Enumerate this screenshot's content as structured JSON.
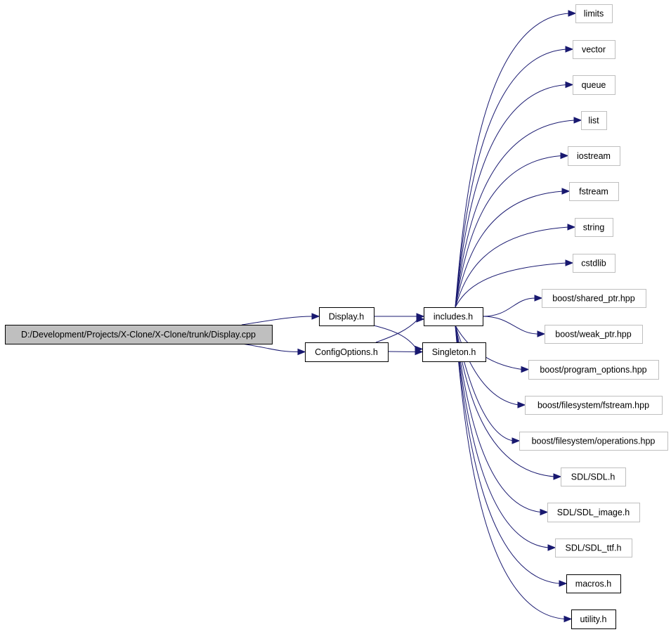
{
  "graph": {
    "nodes": [
      {
        "id": "display_cpp",
        "label": "D:/Development/Projects/X-Clone/X-Clone/trunk/Display.cpp",
        "style": "root"
      },
      {
        "id": "display_h",
        "label": "Display.h",
        "style": "local"
      },
      {
        "id": "configoptions_h",
        "label": "ConfigOptions.h",
        "style": "local"
      },
      {
        "id": "includes_h",
        "label": "includes.h",
        "style": "local"
      },
      {
        "id": "singleton_h",
        "label": "Singleton.h",
        "style": "local"
      },
      {
        "id": "limits",
        "label": "limits",
        "style": "external"
      },
      {
        "id": "vector",
        "label": "vector",
        "style": "external"
      },
      {
        "id": "queue",
        "label": "queue",
        "style": "external"
      },
      {
        "id": "list",
        "label": "list",
        "style": "external"
      },
      {
        "id": "iostream",
        "label": "iostream",
        "style": "external"
      },
      {
        "id": "fstream",
        "label": "fstream",
        "style": "external"
      },
      {
        "id": "string",
        "label": "string",
        "style": "external"
      },
      {
        "id": "cstdlib",
        "label": "cstdlib",
        "style": "external"
      },
      {
        "id": "shared_ptr",
        "label": "boost/shared_ptr.hpp",
        "style": "external"
      },
      {
        "id": "weak_ptr",
        "label": "boost/weak_ptr.hpp",
        "style": "external"
      },
      {
        "id": "program_options",
        "label": "boost/program_options.hpp",
        "style": "external"
      },
      {
        "id": "fs_fstream",
        "label": "boost/filesystem/fstream.hpp",
        "style": "external"
      },
      {
        "id": "fs_operations",
        "label": "boost/filesystem/operations.hpp",
        "style": "external"
      },
      {
        "id": "sdl",
        "label": "SDL/SDL.h",
        "style": "external"
      },
      {
        "id": "sdl_image",
        "label": "SDL/SDL_image.h",
        "style": "external"
      },
      {
        "id": "sdl_ttf",
        "label": "SDL/SDL_ttf.h",
        "style": "external"
      },
      {
        "id": "macros_h",
        "label": "macros.h",
        "style": "local"
      },
      {
        "id": "utility_h",
        "label": "utility.h",
        "style": "local"
      }
    ],
    "edges": [
      {
        "from": "display_cpp",
        "to": "display_h"
      },
      {
        "from": "display_cpp",
        "to": "configoptions_h"
      },
      {
        "from": "display_h",
        "to": "includes_h"
      },
      {
        "from": "display_h",
        "to": "singleton_h"
      },
      {
        "from": "configoptions_h",
        "to": "includes_h"
      },
      {
        "from": "configoptions_h",
        "to": "singleton_h"
      },
      {
        "from": "includes_h",
        "to": "limits"
      },
      {
        "from": "includes_h",
        "to": "vector"
      },
      {
        "from": "includes_h",
        "to": "queue"
      },
      {
        "from": "includes_h",
        "to": "list"
      },
      {
        "from": "includes_h",
        "to": "iostream"
      },
      {
        "from": "includes_h",
        "to": "fstream"
      },
      {
        "from": "includes_h",
        "to": "string"
      },
      {
        "from": "includes_h",
        "to": "cstdlib"
      },
      {
        "from": "includes_h",
        "to": "shared_ptr"
      },
      {
        "from": "includes_h",
        "to": "weak_ptr"
      },
      {
        "from": "includes_h",
        "to": "program_options"
      },
      {
        "from": "includes_h",
        "to": "fs_fstream"
      },
      {
        "from": "includes_h",
        "to": "fs_operations"
      },
      {
        "from": "includes_h",
        "to": "sdl"
      },
      {
        "from": "includes_h",
        "to": "sdl_image"
      },
      {
        "from": "includes_h",
        "to": "sdl_ttf"
      },
      {
        "from": "includes_h",
        "to": "macros_h"
      },
      {
        "from": "includes_h",
        "to": "utility_h"
      }
    ]
  },
  "colors": {
    "edge": "#191970",
    "root_fill": "#bfbfbf",
    "root_border": "#000000",
    "local_border": "#000000",
    "external_border": "#bfbfbf",
    "text": "#000000"
  }
}
